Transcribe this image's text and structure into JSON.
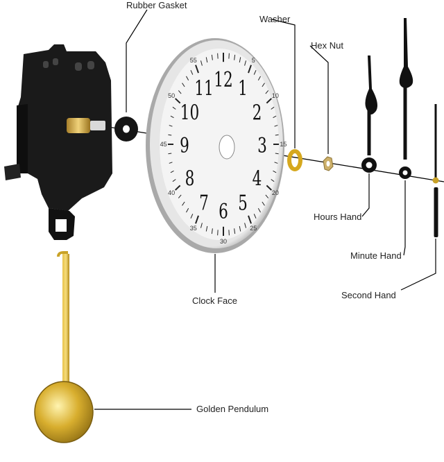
{
  "labels": {
    "rubber_gasket": "Rubber Gasket",
    "washer": "Washer",
    "hex_nut": "Hex Nut",
    "hours_hand": "Hours Hand",
    "minute_hand": "Minute Hand",
    "second_hand": "Second Hand",
    "clock_face": "Clock Face",
    "golden_pendulum": "Golden Pendulum"
  },
  "dial": {
    "hour_numerals": [
      "12",
      "1",
      "2",
      "3",
      "4",
      "5",
      "6",
      "7",
      "8",
      "9",
      "10",
      "11"
    ],
    "minute_numerals": [
      "5",
      "10",
      "15",
      "20",
      "25",
      "30",
      "35",
      "40",
      "45",
      "50",
      "55"
    ]
  },
  "colors": {
    "movement": "#1a1a1a",
    "gold": "#c9a227",
    "dial_rim": "#bfbfbf",
    "dial_face": "#f4f4f4",
    "hands": "#111111",
    "leader": "#000000"
  }
}
